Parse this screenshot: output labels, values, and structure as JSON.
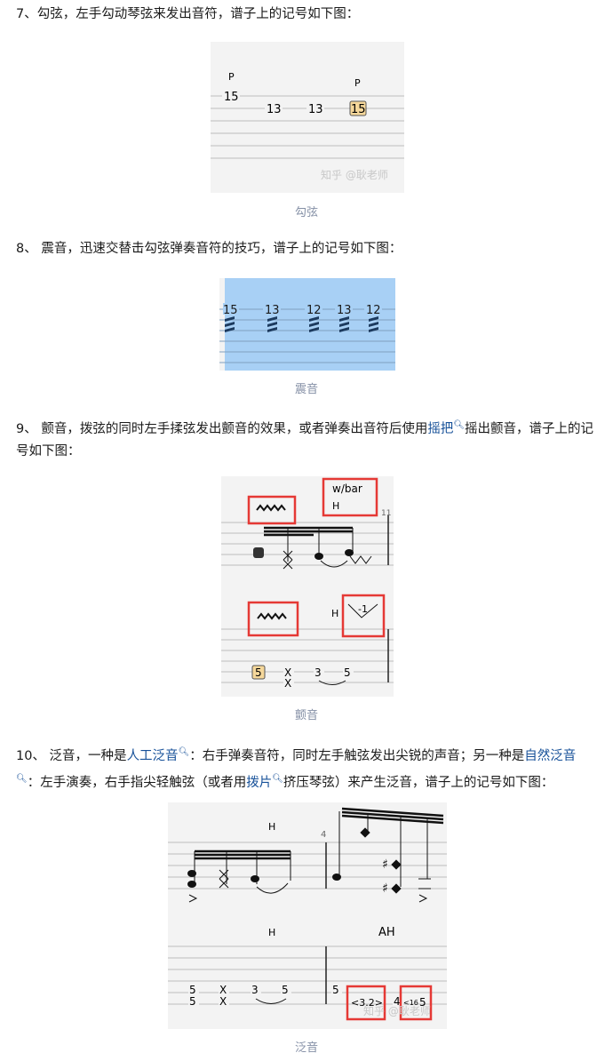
{
  "sections": [
    {
      "text_plain": "7、勾弦，左手勾动琴弦来发出音符，谱子上的记号如下图：",
      "caption": "勾弦",
      "tab": {
        "marks": [
          "P",
          "P"
        ],
        "notes": [
          "15",
          "13",
          "13",
          "15"
        ],
        "watermark": "知乎 @耿老师"
      }
    },
    {
      "text_plain": "8、 震音，迅速交替击勾弦弹奏音符的技巧，谱子上的记号如下图：",
      "caption": "震音",
      "tab": {
        "notes": [
          "15",
          "13",
          "12",
          "13",
          "12"
        ]
      }
    },
    {
      "text_before": "9、 颤音，拨弦的同时左手揉弦发出颤音的效果，或者弹奏出音符后使用",
      "link1": "摇把",
      "text_after": "摇出颤音，谱子上的记号如下图：",
      "caption": "颤音",
      "tab": {
        "labels": [
          "w/bar",
          "H",
          "11",
          "H",
          "-1"
        ],
        "notes": [
          "5",
          "X",
          "X",
          "3",
          "5"
        ]
      }
    },
    {
      "text_a": "10、 泛音，一种是",
      "link1": "人工泛音",
      "text_b": "：右手弹奏音符，同时左手触弦发出尖锐的声音；另一种是",
      "link2": "自然泛音",
      "text_c": "：左手演奏，右手指尖轻触弦（或者用",
      "link3": "拨片",
      "text_d": "挤压琴弦）来产生泛音，谱子上的记号如下图：",
      "caption": "泛音",
      "tab": {
        "labels": [
          "H",
          "4",
          "H",
          "AH"
        ],
        "notes_top": [
          "5",
          "X",
          "3",
          "5",
          "5",
          "4"
        ],
        "notes_bottom": [
          "5",
          "X"
        ],
        "harmonic_a": "<3.2>",
        "harmonic_b": "<16",
        "harmonic_b_fret": "5",
        "watermark": "知乎 @耿老师"
      }
    }
  ],
  "icons": {
    "search": "magnifier-icon"
  },
  "colors": {
    "link": "#175199",
    "highlight": "#e53935",
    "tremolo_bg": "#a8d0f5",
    "note_box": "#f5d79a"
  }
}
